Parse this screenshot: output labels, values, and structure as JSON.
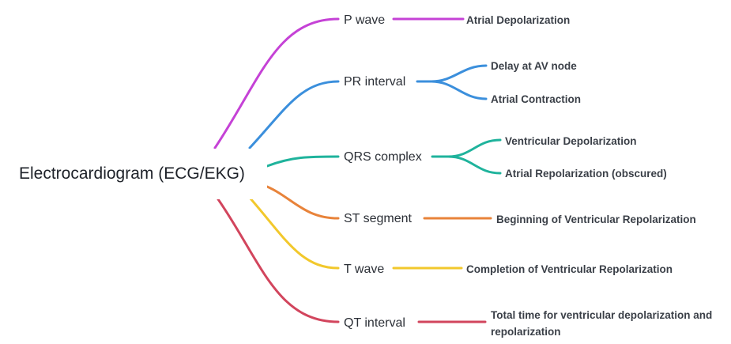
{
  "root": {
    "label": "Electrocardiogram (ECG/EKG)"
  },
  "branches": [
    {
      "label": "P wave",
      "color": "#c542d6",
      "children": [
        "Atrial Depolarization"
      ]
    },
    {
      "label": "PR interval",
      "color": "#3b8fdc",
      "children": [
        "Delay at AV node",
        "Atrial Contraction"
      ]
    },
    {
      "label": "QRS complex",
      "color": "#1fb39c",
      "children": [
        "Ventricular Depolarization",
        "Atrial Repolarization (obscured)"
      ]
    },
    {
      "label": "ST segment",
      "color": "#e8833a",
      "children": [
        "Beginning of Ventricular Repolarization"
      ]
    },
    {
      "label": "T wave",
      "color": "#f2c82c",
      "children": [
        "Completion of Ventricular Repolarization"
      ]
    },
    {
      "label": "QT interval",
      "color": "#d2455d",
      "children": [
        "Total time for ventricular depolarization and repolarization"
      ]
    }
  ]
}
